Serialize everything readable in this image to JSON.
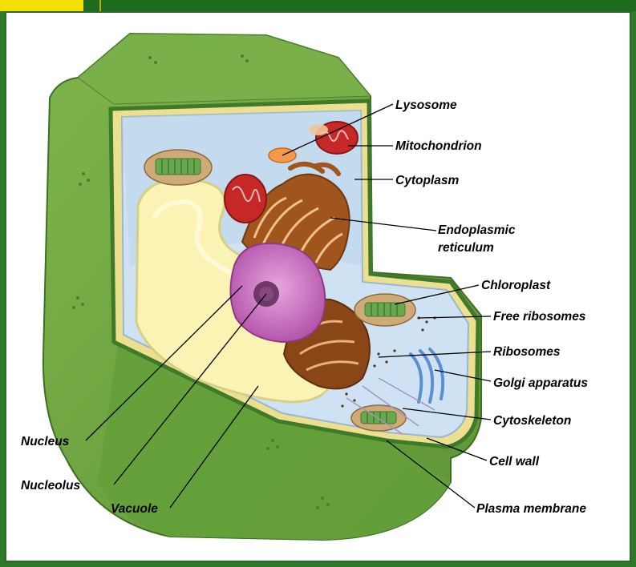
{
  "labels": {
    "lysosome": "Lysosome",
    "mitochondrion": "Mitochondrion",
    "cytoplasm": "Cytoplasm",
    "er_line1": "Endoplasmic",
    "er_line2": "reticulum",
    "chloroplast": "Chloroplast",
    "free_ribosomes": "Free ribosomes",
    "ribosomes": "Ribosomes",
    "golgi": "Golgi apparatus",
    "cytoskeleton": "Cytoskeleton",
    "cell_wall": "Cell wall",
    "plasma_membrane": "Plasma membrane",
    "nucleus": "Nucleus",
    "nucleolus": "Nucleolus",
    "vacuole": "Vacuole"
  },
  "colors": {
    "wall_green": "#6ea53f",
    "wall_dark": "#4c7f2c",
    "cytoplasm_blue": "#cfe2f3",
    "vacuole_yellow": "#fbf3b4",
    "nucleus_purple": "#c865c0",
    "er_brown": "#a0551c",
    "mito_red": "#c62828",
    "chloroplast_green": "#6aa84f"
  }
}
